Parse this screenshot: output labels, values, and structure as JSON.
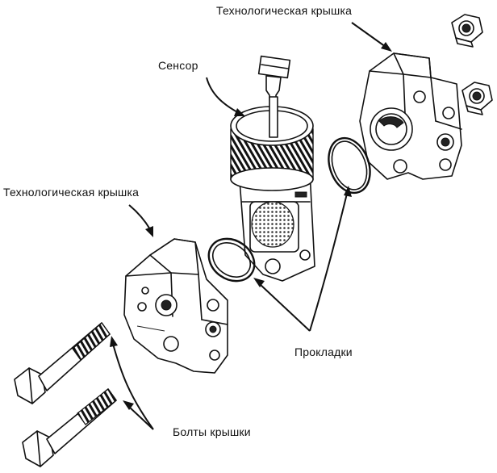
{
  "labels": {
    "top_cover": "Технологическая крышка",
    "sensor": "Сенсор",
    "left_cover": "Технологическая крышка",
    "gaskets": "Прокладки",
    "bolts": "Болты крышки"
  },
  "parts": {
    "nuts": 2,
    "bolts": 2,
    "gaskets": 2,
    "covers": 2,
    "sensors": 1
  }
}
